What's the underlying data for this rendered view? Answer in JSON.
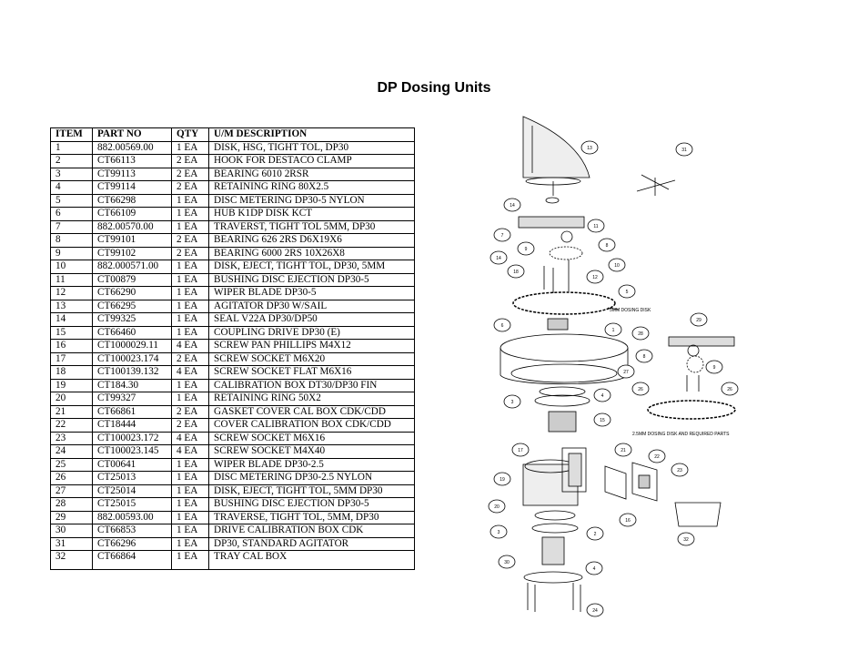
{
  "title": "DP Dosing Units",
  "table": {
    "headers": [
      "ITEM",
      "PART NO",
      "QTY",
      "U/M DESCRIPTION"
    ],
    "rows": [
      [
        "1",
        "882.00569.00",
        "1 EA",
        "DISK, HSG, TIGHT TOL, DP30"
      ],
      [
        "2",
        "CT66113",
        "2 EA",
        "HOOK FOR DESTACO CLAMP"
      ],
      [
        "3",
        "CT99113",
        "2 EA",
        "BEARING 6010 2RSR"
      ],
      [
        "4",
        "CT99114",
        "2 EA",
        "RETAINING RING 80X2.5"
      ],
      [
        "5",
        "CT66298",
        "1 EA",
        "DISC METERING DP30-5 NYLON"
      ],
      [
        "6",
        "CT66109",
        "1 EA",
        "HUB K1DP DISK KCT"
      ],
      [
        "7",
        "882.00570.00",
        "1 EA",
        "TRAVERST, TIGHT TOL 5MM, DP30"
      ],
      [
        "8",
        "CT99101",
        "2 EA",
        "BEARING 626 2RS D6X19X6"
      ],
      [
        "9",
        "CT99102",
        "2 EA",
        "BEARING 6000 2RS 10X26X8"
      ],
      [
        "10",
        "882.000571.00",
        "1 EA",
        "DISK, EJECT, TIGHT TOL, DP30, 5MM"
      ],
      [
        "11",
        "CT00879",
        "1 EA",
        "BUSHING DISC EJECTION DP30-5"
      ],
      [
        "12",
        "CT66290",
        "1 EA",
        "WIPER BLADE DP30-5"
      ],
      [
        "13",
        "CT66295",
        "1 EA",
        "AGITATOR DP30 W/SAIL"
      ],
      [
        "14",
        "CT99325",
        "1 EA",
        "SEAL V22A DP30/DP50"
      ],
      [
        "15",
        "CT66460",
        "1 EA",
        "COUPLING DRIVE DP30 (E)"
      ],
      [
        "16",
        "CT1000029.11",
        "4 EA",
        "SCREW PAN PHILLIPS M4X12"
      ],
      [
        "17",
        "CT100023.174",
        "2 EA",
        "SCREW SOCKET M6X20"
      ],
      [
        "18",
        "CT100139.132",
        "4 EA",
        "SCREW SOCKET FLAT M6X16"
      ],
      [
        "19",
        "CT184.30",
        "1 EA",
        "CALIBRATION BOX DT30/DP30 FIN"
      ],
      [
        "20",
        "CT99327",
        "1 EA",
        "RETAINING RING 50X2"
      ],
      [
        "21",
        "CT66861",
        "2 EA",
        "GASKET COVER CAL BOX CDK/CDD"
      ],
      [
        "22",
        "CT18444",
        "2 EA",
        "COVER CALIBRATION BOX CDK/CDD"
      ],
      [
        "23",
        "CT100023.172",
        "4 EA",
        "SCREW SOCKET M6X16"
      ],
      [
        "24",
        "CT100023.145",
        "4 EA",
        "SCREW SOCKET M4X40"
      ],
      [
        "25",
        "CT00641",
        "1 EA",
        "WIPER BLADE DP30-2.5"
      ],
      [
        "26",
        "CT25013",
        "1 EA",
        "DISC METERING DP30-2.5 NYLON"
      ],
      [
        "27",
        "CT25014",
        "1 EA",
        "DISK, EJECT, TIGHT TOL, 5MM DP30"
      ],
      [
        "28",
        "CT25015",
        "1 EA",
        "BUSHING DISC EJECTION DP30-5"
      ],
      [
        "29",
        "882.00593.00",
        "1 EA",
        "TRAVERSE, TIGHT TOL, 5MM, DP30"
      ],
      [
        "30",
        "CT66853",
        "1 EA",
        "DRIVE CALIBRATION BOX CDK"
      ],
      [
        "31",
        "CT66296",
        "1 EA",
        "DP30, STANDARD AGITATOR"
      ],
      [
        "32",
        "CT66864",
        "1 EA",
        "TRAY CAL BOX"
      ]
    ]
  },
  "diagram": {
    "callouts": [
      "13",
      "31",
      "14",
      "7",
      "11",
      "9",
      "8",
      "14",
      "10",
      "18",
      "12",
      "5",
      "6",
      "1",
      "29",
      "28",
      "8",
      "9",
      "27",
      "26",
      "26",
      "4",
      "3",
      "15",
      "22",
      "21",
      "17",
      "23",
      "19",
      "20",
      "16",
      "3",
      "2",
      "32",
      "30",
      "4",
      "24"
    ],
    "notes": {
      "disk_5mm": "5MM DOSING DISK",
      "disk_25mm": "2.5MM DOSING DISK AND REQUIRED PARTS"
    }
  }
}
